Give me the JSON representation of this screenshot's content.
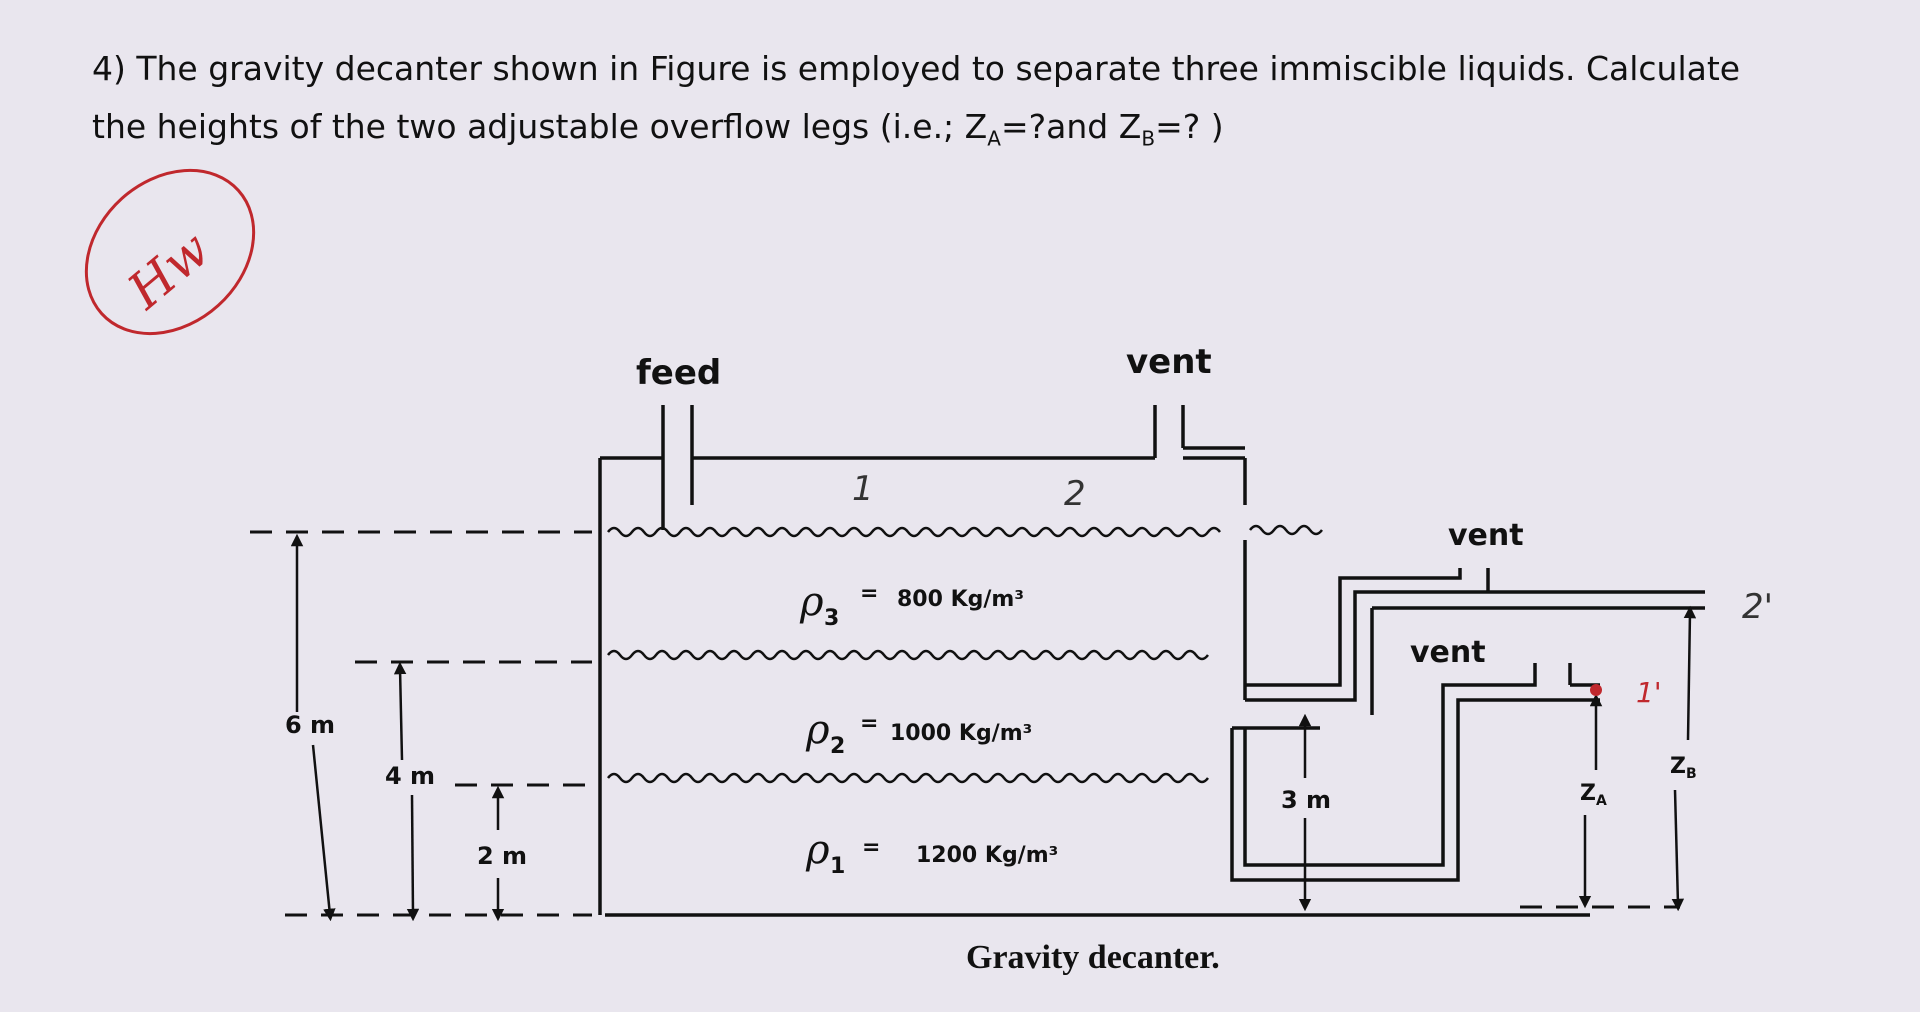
{
  "question": {
    "line1": "4) The gravity decanter shown in Figure is employed to separate three immiscible liquids. Calculate",
    "line2": "the heights of the two adjustable overflow legs (i.e.; Z",
    "line2_sub_a": "A",
    "line2_mid": "=?and Z",
    "line2_sub_b": "B",
    "line2_end": "=? )"
  },
  "annotation_stamp": "Hw",
  "figure": {
    "feed_label": "feed",
    "vent_top_label": "vent",
    "vent_right_upper_label": "vent",
    "vent_right_lower_label": "vent",
    "layers": [
      {
        "rho": "ρ",
        "sub": "3",
        "eq": "=",
        "value": "800 Kg/m³"
      },
      {
        "rho": "ρ",
        "sub": "2",
        "eq": "=",
        "value": "1000 Kg/m³"
      },
      {
        "rho": "ρ",
        "sub": "1",
        "eq": "=",
        "value": "1200 Kg/m³"
      }
    ],
    "dim_6m": "6 m",
    "dim_4m": "4 m",
    "dim_2m": "2 m",
    "dim_3m": "3 m",
    "za_label": "Z",
    "za_sub": "A",
    "zb_label": "Z",
    "zb_sub": "B",
    "hand_1": "1",
    "hand_2": "2",
    "hand_2prime": "2'",
    "hand_1prime": "1'",
    "caption": "Gravity decanter."
  },
  "colors": {
    "ink": "#111111",
    "red_pen": "#c0282d",
    "background": "#e9e6ee"
  }
}
